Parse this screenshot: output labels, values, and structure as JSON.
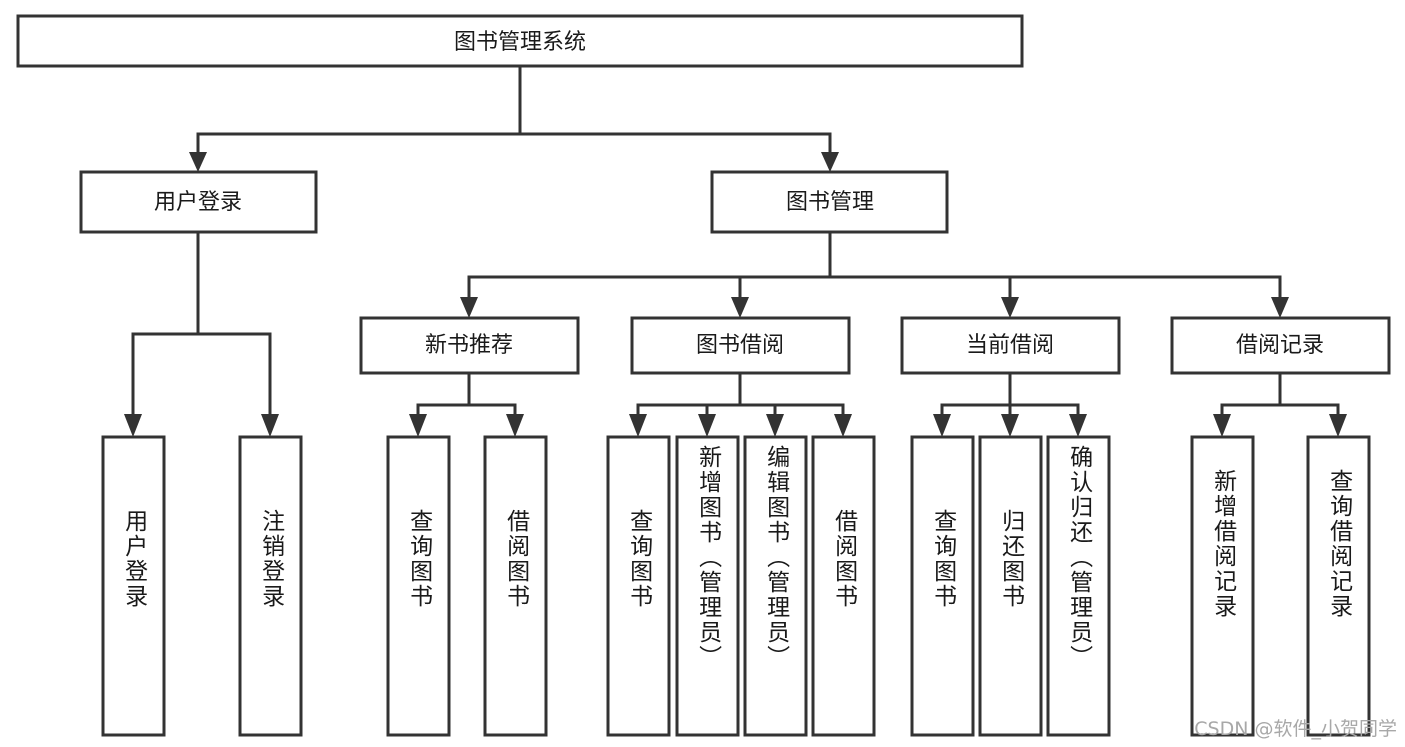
{
  "diagram": {
    "type": "tree-hierarchy",
    "title": "图书管理系统",
    "orientation": "top-down",
    "watermark": "CSDN @软件_小贺同学",
    "colors": {
      "background": "#ffffff",
      "box_fill": "#ffffff",
      "box_stroke": "#333333",
      "text": "#1a1a1a",
      "watermark": "#a8a8a8"
    },
    "root": {
      "label": "图书管理系统"
    },
    "level2": [
      {
        "label": "用户登录"
      },
      {
        "label": "图书管理"
      }
    ],
    "level3": [
      {
        "label": "新书推荐"
      },
      {
        "label": "图书借阅"
      },
      {
        "label": "当前借阅"
      },
      {
        "label": "借阅记录"
      }
    ],
    "leaves": {
      "user_login": [
        {
          "label": "用户登录"
        },
        {
          "label": "注销登录"
        }
      ],
      "new_book_recommend": [
        {
          "label": "查询图书"
        },
        {
          "label": "借阅图书"
        }
      ],
      "book_borrow": [
        {
          "label": "查询图书"
        },
        {
          "label": "新增图书（管理员）"
        },
        {
          "label": "编辑图书（管理员）"
        },
        {
          "label": "借阅图书"
        }
      ],
      "current_borrow": [
        {
          "label": "查询图书"
        },
        {
          "label": "归还图书"
        },
        {
          "label": "确认归还（管理员）"
        }
      ],
      "borrow_record": [
        {
          "label": "新增借阅记录"
        },
        {
          "label": "查询借阅记录"
        }
      ]
    }
  }
}
